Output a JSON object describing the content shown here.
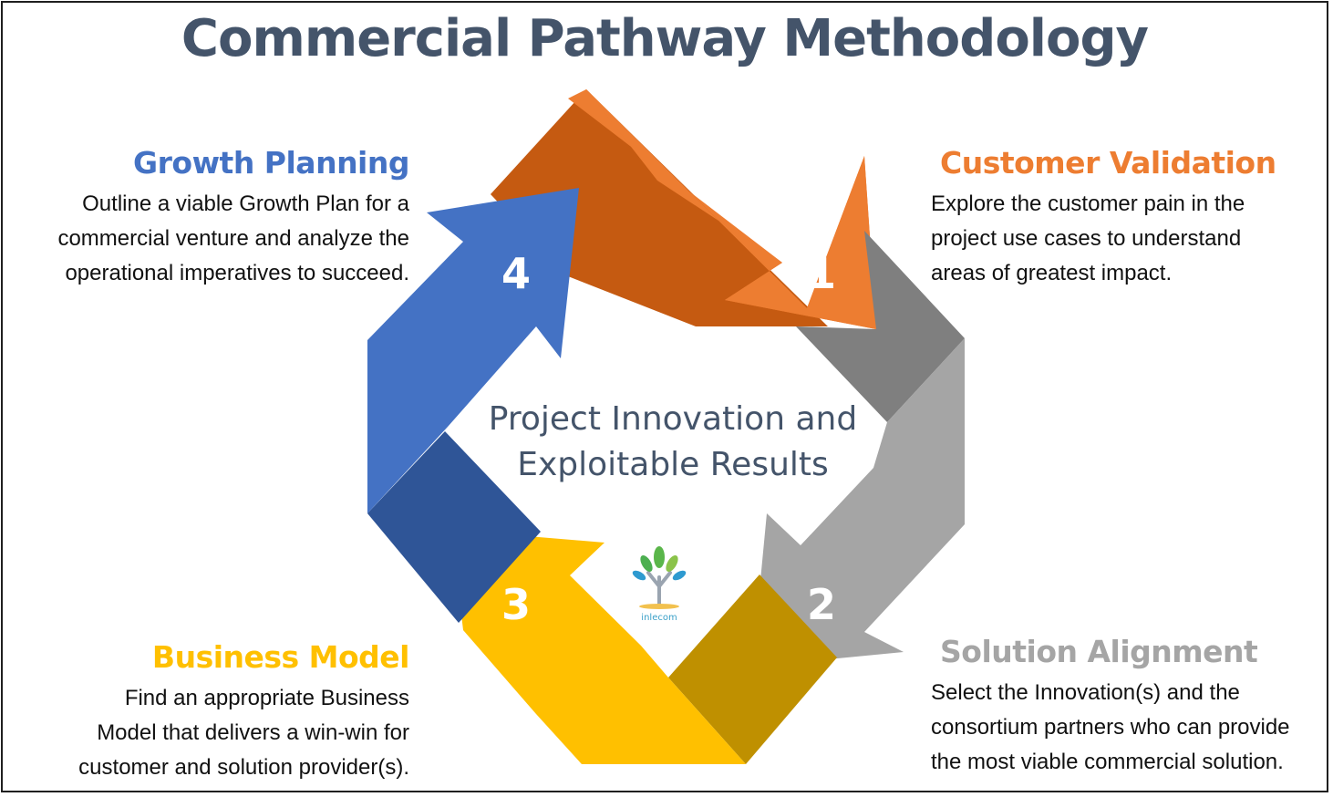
{
  "title": "Commercial Pathway Methodology",
  "center": {
    "line1": "Project Innovation and",
    "line2": "Exploitable Results"
  },
  "logo": {
    "text": "inlecom",
    "icon": "tree-logo-icon"
  },
  "colors": {
    "title": "#44546a",
    "growth": "#4472c4",
    "customer": "#ed7d31",
    "solution": "#a5a5a5",
    "business": "#ffc000"
  },
  "steps": [
    {
      "number": "1",
      "heading": "Customer Validation",
      "description": [
        "Explore the customer pain in the",
        "project use cases to understand",
        "areas of greatest impact."
      ]
    },
    {
      "number": "2",
      "heading": "Solution Alignment",
      "description": [
        "Select the Innovation(s) and the",
        "consortium partners who can provide",
        "the most viable commercial solution."
      ]
    },
    {
      "number": "3",
      "heading": "Business Model",
      "description": [
        "Find an appropriate Business",
        "Model that delivers a win-win for",
        "customer and solution provider(s)."
      ]
    },
    {
      "number": "4",
      "heading": "Growth Planning",
      "description": [
        "Outline a viable Growth Plan for a",
        "commercial venture and analyze the",
        "operational imperatives to succeed."
      ]
    }
  ]
}
